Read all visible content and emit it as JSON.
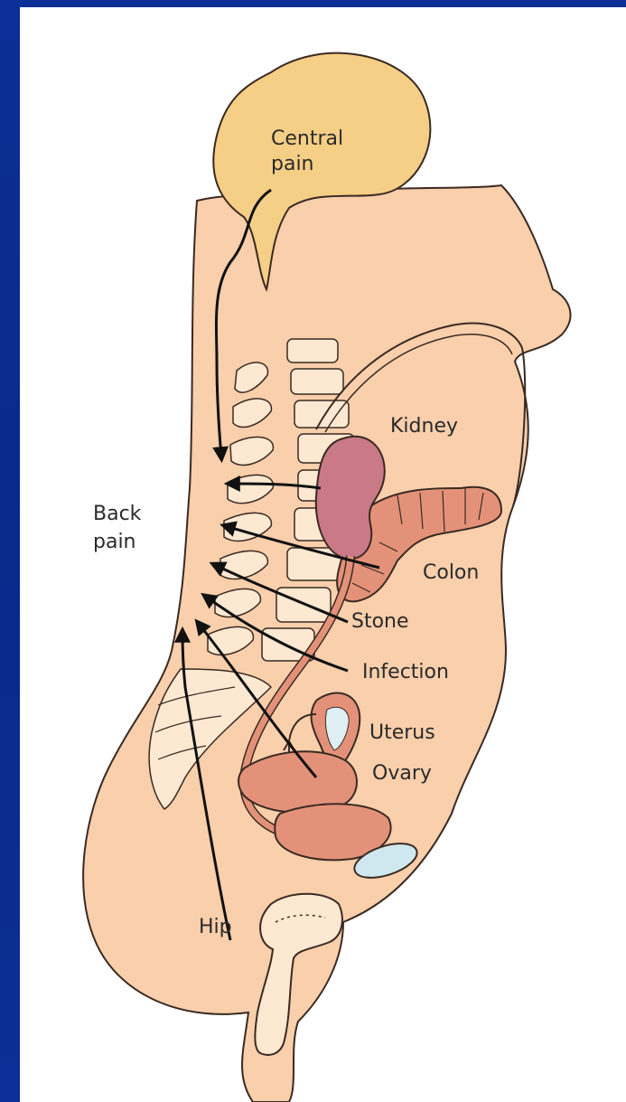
{
  "labels": {
    "central_line1": "Central",
    "central_line2": "pain",
    "back_line1": "Back",
    "back_line2": "pain",
    "kidney": "Kidney",
    "colon": "Colon",
    "stone": "Stone",
    "infection": "Infection",
    "uterus": "Uterus",
    "ovary": "Ovary",
    "hip": "Hip"
  },
  "colors": {
    "frame": "#0a2a8c",
    "skin": "#f9cfac",
    "brain": "#f6cf86",
    "kidney": "#c97a86",
    "colon": "#e39279",
    "organ": "#e39279",
    "bone": "#fde8d2",
    "bladder": "#cfe8f0"
  }
}
